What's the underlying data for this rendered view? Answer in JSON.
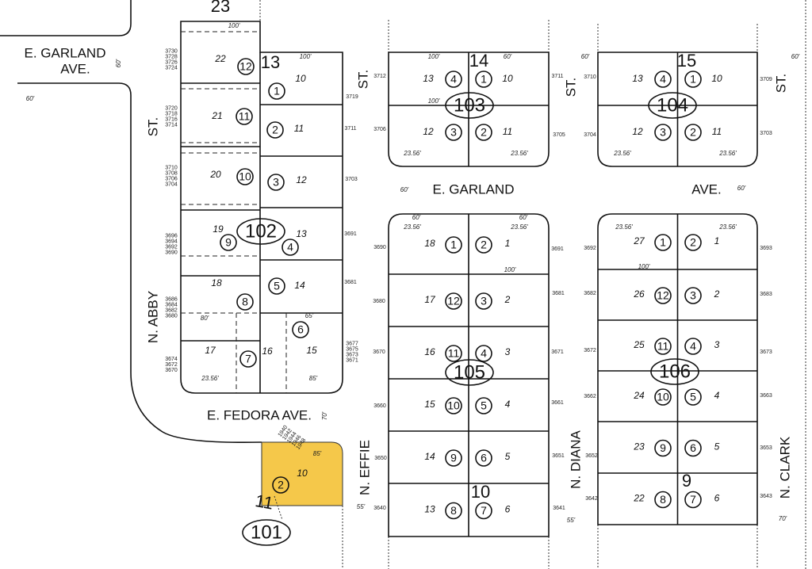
{
  "map": {
    "highlight_color": "#f5c84a",
    "streets": [
      "E.  GARLAND",
      "AVE.",
      "ST.",
      "N.  ABBY",
      "ST.",
      "ST.",
      "ST.",
      "E. GARLAND",
      "AVE.",
      "E. FEDORA  AVE.",
      "N. EFFIE",
      "N. DIANA",
      "N. CLARK"
    ],
    "blocks": [
      "102",
      "103",
      "104",
      "105",
      "106",
      "101"
    ],
    "tracts": [
      "23",
      "13",
      "14",
      "15",
      "10",
      "9",
      "11"
    ],
    "lots_102": [
      "22",
      "21",
      "20",
      "19",
      "18",
      "17",
      "10",
      "11",
      "12",
      "13",
      "14",
      "15",
      "16"
    ],
    "parcels_102": [
      "12",
      "11",
      "10",
      "9",
      "8",
      "7",
      "1",
      "2",
      "3",
      "4",
      "5",
      "6"
    ],
    "lots_103": [
      "13",
      "10",
      "12",
      "11"
    ],
    "parcels_103": [
      "4",
      "1",
      "3",
      "2"
    ],
    "lots_104": [
      "13",
      "10",
      "12",
      "11"
    ],
    "parcels_104": [
      "4",
      "1",
      "3",
      "2"
    ],
    "lots_105": [
      "18",
      "1",
      "17",
      "2",
      "16",
      "3",
      "15",
      "4",
      "14",
      "5",
      "13",
      "6"
    ],
    "parcels_105": [
      "1",
      "2",
      "12",
      "3",
      "11",
      "4",
      "10",
      "5",
      "9",
      "6",
      "8",
      "7"
    ],
    "lots_106": [
      "27",
      "1",
      "26",
      "2",
      "25",
      "3",
      "24",
      "4",
      "23",
      "5",
      "22",
      "6"
    ],
    "parcels_106": [
      "1",
      "2",
      "12",
      "3",
      "11",
      "4",
      "10",
      "5",
      "9",
      "6",
      "8",
      "7"
    ],
    "highlight_lot": "10",
    "highlight_parcel": "2",
    "dims": [
      "100'",
      "100'",
      "100'",
      "100'",
      "100'",
      "100'",
      "23.56'",
      "23.56'",
      "23.56'",
      "23.56'",
      "23.56'",
      "23.56'",
      "23.56'",
      "23.56'",
      "23.56'",
      "85'",
      "85'",
      "60'",
      "60'",
      "60'",
      "60'",
      "60'",
      "60'",
      "60'",
      "60'",
      "60'",
      "70'",
      "70'",
      "55'",
      "55'",
      "80'",
      "65'"
    ],
    "addresses": [
      "3730\n3728\n3726\n3724",
      "3720\n3718\n3716\n3714",
      "3710\n3708\n3706\n3704",
      "3696\n3694\n3692\n3690",
      "3686\n3684\n3682\n3680",
      "3674\n3672\n3670",
      "3719",
      "3711",
      "3703",
      "3691",
      "3681",
      "3677\n3675\n3673\n3671",
      "3712",
      "3706",
      "3711",
      "3705",
      "3710",
      "3704",
      "3709",
      "3703",
      "3690",
      "3680",
      "3670",
      "3660",
      "3650",
      "3640",
      "3691",
      "3681",
      "3671",
      "3661",
      "3651",
      "3641",
      "3692",
      "3682",
      "3672",
      "3662",
      "3652",
      "3642",
      "3693",
      "3683",
      "3673",
      "3663",
      "3653",
      "3643",
      "1940\n1942\n1944\n1946\n1948"
    ]
  }
}
